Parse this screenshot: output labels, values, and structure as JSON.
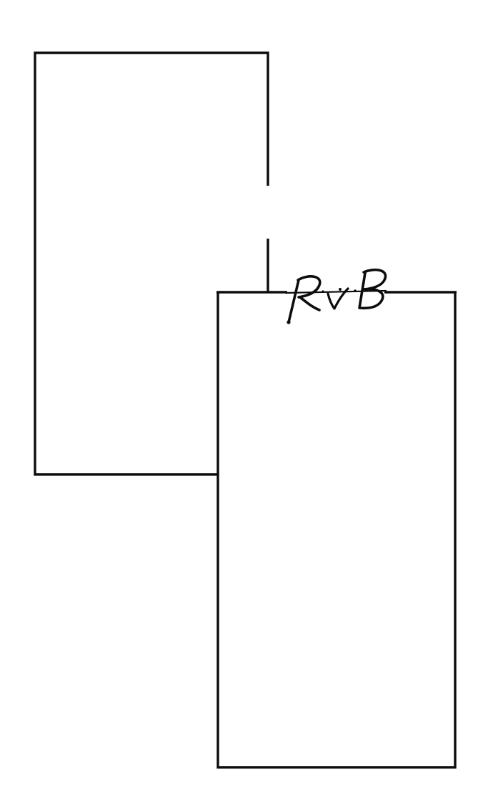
{
  "page": {
    "background_color": "#ffffff",
    "line_color": "#0d0d0d"
  },
  "panels": [
    {
      "name": "back-panel",
      "fill": "none"
    },
    {
      "name": "front-panel",
      "fill": "#ffffff"
    }
  ],
  "signature": {
    "text": "RvB"
  }
}
